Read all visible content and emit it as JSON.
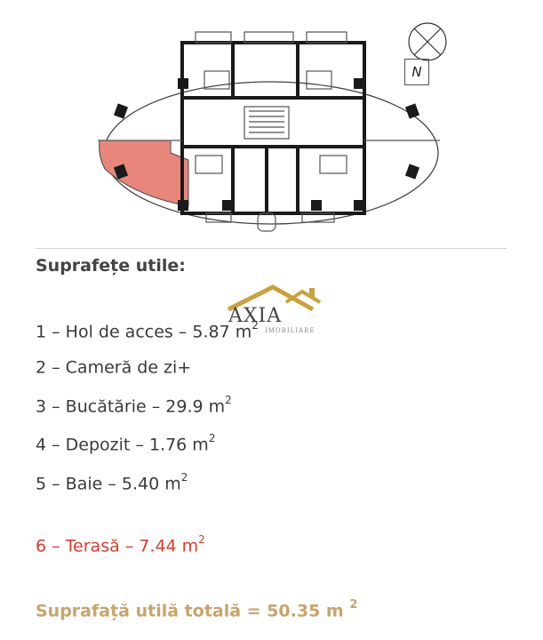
{
  "compass": {
    "label": "N"
  },
  "heading": "Suprafețe utile:",
  "rooms": [
    {
      "text": "1 – Hol de acces – 5.87 m",
      "unit_sup": "2"
    },
    {
      "text": "2 – Cameră de zi+",
      "unit_sup": ""
    },
    {
      "text": "3 – Bucătărie – 29.9 m",
      "unit_sup": "2"
    },
    {
      "text": "4 – Depozit – 1.76 m",
      "unit_sup": "2"
    },
    {
      "text": "5 – Baie – 5.40 m",
      "unit_sup": "2"
    },
    {
      "text": "6 – Terasă – 7.44 m",
      "unit_sup": "2"
    }
  ],
  "total": {
    "text": "Suprafață utilă totală = 50.35 m ",
    "unit_sup": "2"
  },
  "watermark": {
    "name": "AXIA",
    "sub": "IMOBILIARE"
  },
  "colors": {
    "highlight": "#e8867c",
    "terrace_text": "#d83a2e",
    "total_text": "#c9a46a",
    "logo_gold": "#c9a23a"
  }
}
